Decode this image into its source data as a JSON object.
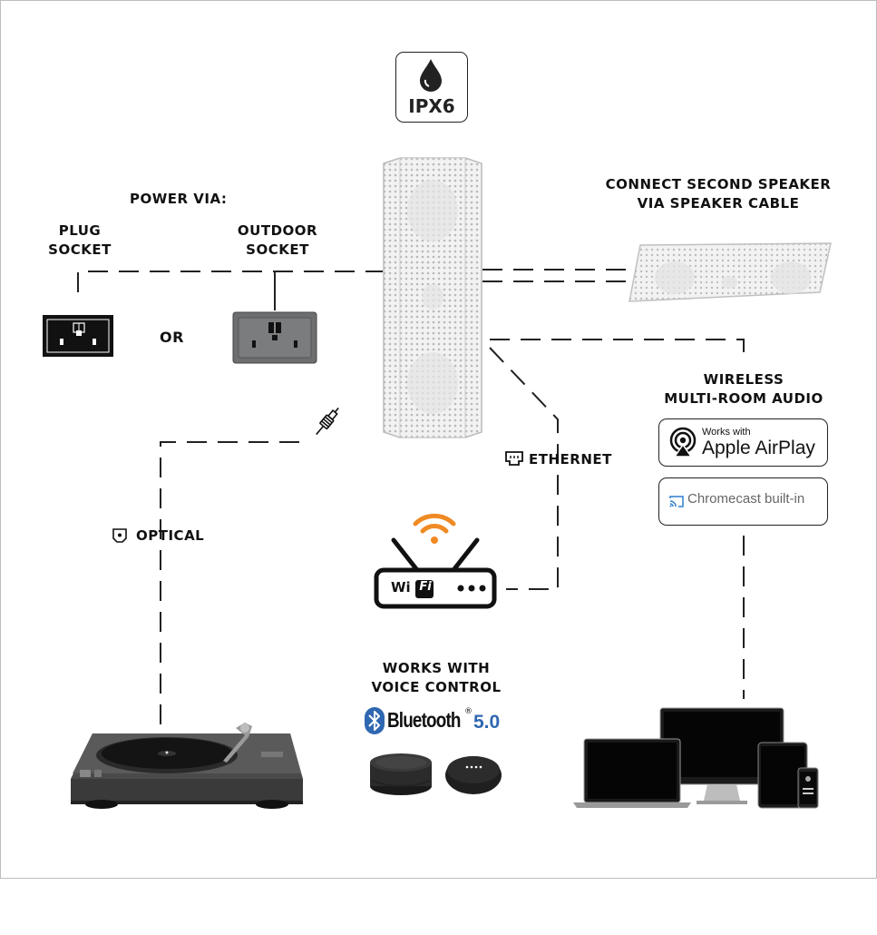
{
  "ipx": {
    "label": "IPX6"
  },
  "power": {
    "title": "POWER VIA:",
    "plug": [
      "PLUG",
      "SOCKET"
    ],
    "outdoor": [
      "OUTDOOR",
      "SOCKET"
    ],
    "or": "OR"
  },
  "second_speaker": {
    "lines": [
      "CONNECT SECOND SPEAKER",
      "VIA SPEAKER CABLE"
    ]
  },
  "wireless": {
    "lines": [
      "WIRELESS",
      "MULTI-ROOM AUDIO"
    ]
  },
  "airplay": {
    "works_with": "Works with",
    "name": "Apple AirPlay"
  },
  "chromecast": {
    "name": "Chromecast built-in"
  },
  "ethernet": {
    "label": "ETHERNET"
  },
  "optical": {
    "label": "OPTICAL"
  },
  "router": {
    "wifi_label": "Wi",
    "wifi_box": "Fi"
  },
  "voice": {
    "lines": [
      "WORKS WITH",
      "VOICE CONTROL"
    ]
  },
  "bluetooth": {
    "name": "Bluetooth",
    "reg": "®",
    "version": "5.0"
  },
  "colors": {
    "wifi_orange": "#f08a24",
    "bluetooth_blue": "#2f67b1",
    "line": "#222222",
    "socket_grey": "#6d6e70"
  }
}
